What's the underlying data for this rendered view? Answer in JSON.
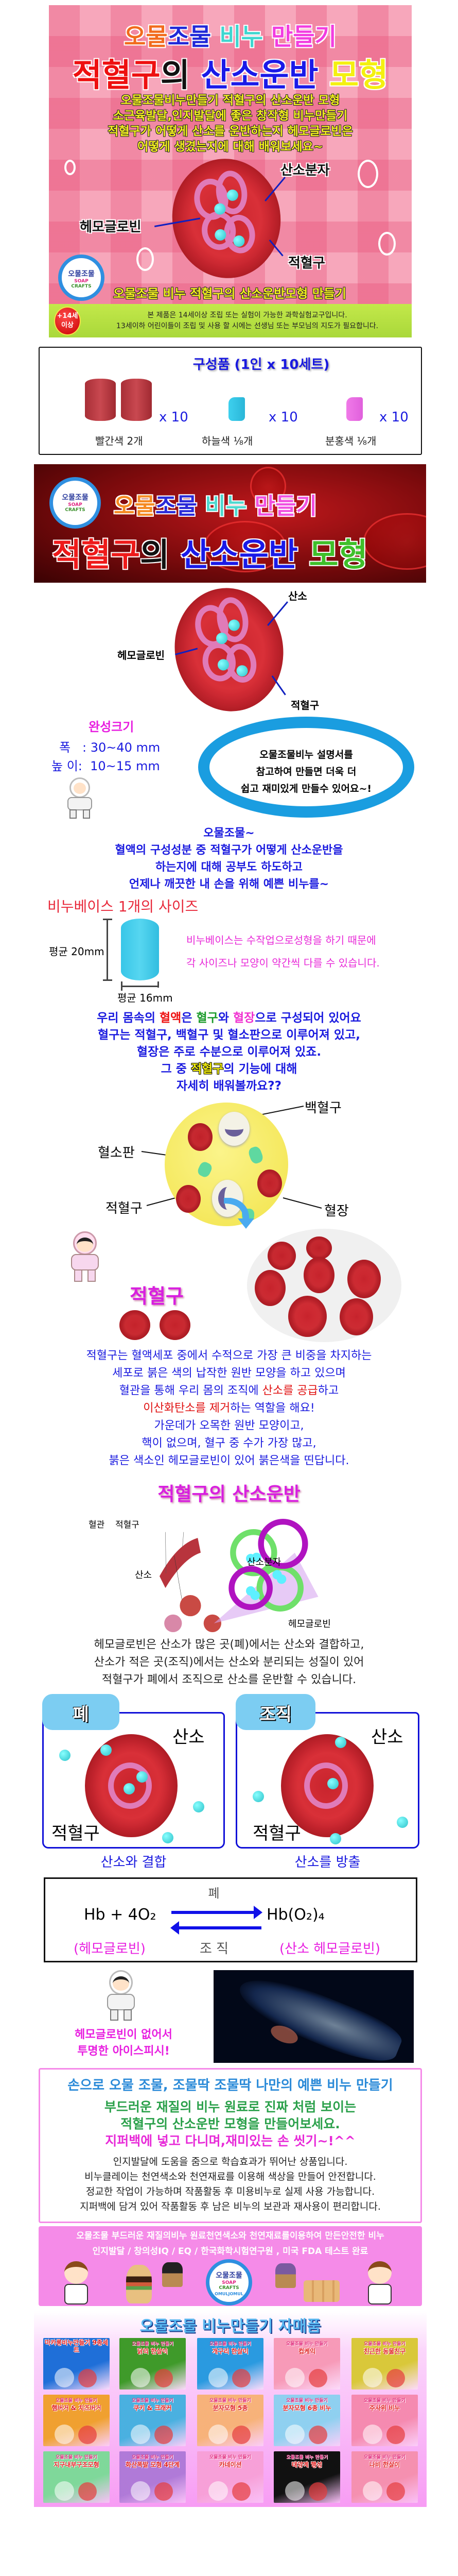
{
  "hero": {
    "title1": [
      {
        "t": "오물",
        "c": "#f26b1d"
      },
      {
        "t": "조물",
        "c": "#2028d8"
      },
      {
        "t": " 비누 ",
        "c": "#3fd6d0"
      },
      {
        "t": "만들기",
        "c": "#f23de0"
      }
    ],
    "title2": [
      {
        "t": "적혈구",
        "c": "#ee1010"
      },
      {
        "t": "의 ",
        "c": "#111111"
      },
      {
        "t": "산소운반",
        "c": "#1a1ae8"
      },
      {
        "t": " 모형",
        "c": "#f4f010"
      }
    ],
    "intro_lines": [
      "오물조물비누만들기 적혈구의 산소운반 모형",
      "소근육발달,인지발달에 좋은 창작형 비누만들기",
      "적혈구가 어떻게 산소를 운반하는지 헤모글로빈은",
      "어떻게 생겼는지에 대해 배워보세요~"
    ],
    "label_oxygen_molecule": "산소분자",
    "label_hemoglobin": "헤모글로빈",
    "label_rbc": "적혈구",
    "bottom_tag": "오물조물 비누 적혈구의 산소운반모형 만들기",
    "logo": {
      "arc_top": "오물조물 비누공예",
      "name": "오물조물",
      "en1": "SOAP",
      "en2": "CRAFTS",
      "arc_bottom": "OMULJOMUL"
    }
  },
  "age_notice": {
    "badge_line1": "+14세",
    "badge_line2": "이상",
    "line1": "본 제품은 14세이상 조립 또는 실험이 가능한 과학실험교구입니다.",
    "line2": "13세이하 어린이들이 조립 및 사용 할 시에는 선생님 또는 부모님의 지도가 필요합니다."
  },
  "components": {
    "title": "구성품 (1인 x 10세트)",
    "items": [
      {
        "name": "빨간색 2개",
        "qty": "x 10",
        "color": "#b8373f"
      },
      {
        "name": "하늘색 ⅛개",
        "qty": "x 10",
        "color": "#3ed0ee"
      },
      {
        "name": "분홍색 ⅛개",
        "qty": "x 10",
        "color": "#f07ae8"
      }
    ]
  },
  "banner": {
    "title1": [
      {
        "t": "오물",
        "c": "#f58a22"
      },
      {
        "t": "조물",
        "c": "#2a2ad8"
      },
      {
        "t": " 비누 ",
        "c": "#4fd8cf"
      },
      {
        "t": "만들기",
        "c": "#f050e0"
      }
    ],
    "title2": [
      {
        "t": "적혈구",
        "c": "#ee1a1a"
      },
      {
        "t": "의 ",
        "c": "#111111"
      },
      {
        "t": "산소운반",
        "c": "#1a1ae8"
      },
      {
        "t": " 모형",
        "c": "#3fbf2a"
      }
    ]
  },
  "model2": {
    "label_oxygen": "산소",
    "label_hemoglobin": "헤모글로빈",
    "label_rbc": "적혈구"
  },
  "size": {
    "title": "완성크기",
    "width_label": "폭",
    "width_value": "30~40 mm",
    "height_label": "높 이",
    "height_value": "10~15 mm"
  },
  "tip_bubble": [
    "오물조물비누 설명서를",
    "참고하여 만들면 더욱 더",
    "쉽고 재미있게 만들수 있어요~!"
  ],
  "intro2": [
    "오물조물~",
    "혈액의 구성성분 중 적혈구가 어떻게 산소운반을",
    "하는지에 대해 공부도 하도하고",
    "언제나 깨끗한 내 손을 위해 예쁜 비누를~"
  ],
  "base_size": {
    "title": "비누베이스 1개의 사이즈",
    "height": "평균 20mm",
    "width": "평균 16mm",
    "note1": "비누베이스는 수작업으로성형을 하기 때문에",
    "note2": "각 사이즈나 모양이 약간씩 다를 수 있습니다."
  },
  "blood_intro": {
    "line1": [
      {
        "t": "우리 몸속의 ",
        "c": "#1a1adf"
      },
      {
        "t": "혈액",
        "c": "#ee1010"
      },
      {
        "t": "은 ",
        "c": "#1a1adf"
      },
      {
        "t": "혈구",
        "c": "#1a9a2a"
      },
      {
        "t": "와 ",
        "c": "#1a1adf"
      },
      {
        "t": "혈장",
        "c": "#f030d0"
      },
      {
        "t": "으로 구성되어 있어요",
        "c": "#1a1adf"
      }
    ],
    "line2": "혈구는 적혈구, 백혈구 및 혈소판으로 이루어져 있고,",
    "line3": "혈장은 주로 수분으로 이루어져 있죠.",
    "line4_pre": "그 중 ",
    "line4_hl": "적혈구",
    "line4_post": "의 기능에 대해",
    "line5": "자세히 배워볼까요??"
  },
  "blood_diagram": {
    "wbc": "백혈구",
    "platelet": "혈소판",
    "rbc": "적혈구",
    "plasma": "혈장"
  },
  "rbc_section": {
    "title": "적혈구",
    "lines": [
      [
        {
          "t": "적혈구는 혈액세포 중에서 수적으로 가장 큰 비중을 차지하는",
          "c": "#1a1adf"
        }
      ],
      [
        {
          "t": "세포로 붉은 색의 납작한 원반 모양을 하고 있으며",
          "c": "#1a1adf"
        }
      ],
      [
        {
          "t": "혈관을 통해 우리 몸의 조직에 ",
          "c": "#1a1adf"
        },
        {
          "t": "산소를 공급",
          "c": "#e01010"
        },
        {
          "t": "하고",
          "c": "#1a1adf"
        }
      ],
      [
        {
          "t": "이산화탄소를 제거",
          "c": "#e01010"
        },
        {
          "t": "하는 역할을 해요!",
          "c": "#1a1adf"
        }
      ],
      [
        {
          "t": "가운데가 오목한 원반 모양이고,",
          "c": "#1a1adf"
        }
      ],
      [
        {
          "t": "핵이 없으며, 혈구 중 수가 가장 많고,",
          "c": "#1a1adf"
        }
      ],
      [
        {
          "t": "붉은 색소인 헤모글로빈이 있어 붉은색을 띤답니다.",
          "c": "#1a1adf"
        }
      ]
    ]
  },
  "transport": {
    "title": "적혈구의 산소운반",
    "vessel": "혈관",
    "rbc": "적혈구",
    "oxygen": "산소",
    "oxygen_molecule": "산소분자",
    "hemoglobin": "헤모글로빈",
    "lines": [
      "헤모글로빈은 산소가 많은 곳(폐)에서는 산소와 결합하고,",
      "산소가 적은 곳(조직)에서는 산소와 분리되는 성질이 있어",
      "적혈구가 폐에서 조직으로 산소를 운반할 수 있습니다."
    ]
  },
  "panels": [
    {
      "tab": "폐",
      "oxygen": "산소",
      "rbc": "적혈구",
      "caption": "산소와 결합"
    },
    {
      "tab": "조직",
      "oxygen": "산소",
      "rbc": "적혈구",
      "caption": "산소를 방출"
    }
  ],
  "equation": {
    "top": "폐",
    "left": "Hb + 4O₂",
    "right": "Hb(O₂)₄",
    "bottom": "조 직",
    "left_name": "(헤모글로빈)",
    "right_name": "(산소 헤모글로빈)"
  },
  "icefish": {
    "caption1": "헤모글로빈이 없어서",
    "caption2": "투명한 아이스피시!"
  },
  "promo": {
    "title": "손으로 오물 조물, 조물딱 조물딱 나만의 예쁜 비누 만들기",
    "green1": "부드러운 재질의 비누 원료로  진짜 처럼 보이는",
    "green2": "적혈구의 산소운반 모형을 만들어보세요.",
    "pink": "지퍼백에 넣고 다니며,재미있는 손 씻기~!^^",
    "lines": [
      "인지발달에 도움을 줌으로 학습효과가 뛰어난 상품입니다.",
      "비누클레이는 천연색소와 천연재료를 이용해 색상을 만들어 안전합니다.",
      "정교한 작업이 가능하며 작품활동 후 미용비누로 실제 사용 가능합니다.",
      "지퍼백에 담겨 있어 작품활동 후 남은 비누의 보관과 재사용이 편리합니다."
    ]
  },
  "brand_banner": {
    "line1": "오물조물 부드러운 재질의비누 원료천연색소와 천연재료를이용하여 만든안전한 비누",
    "line2": "인지발달 / 창의성IQ / EQ / 한국화학시험연구원 , 미국 FDA 테스트 완료"
  },
  "related": {
    "title": "오물조물 비누만들기 자매품",
    "header": "오물조물 비누 만들기",
    "items": [
      {
        "title": "마카롱비누만들기 9종세트",
        "bg": "#1f6fd8"
      },
      {
        "title": "닭의 한살이",
        "bg": "#3f9a2a"
      },
      {
        "title": "개구리 한살이",
        "bg": "#2a9ae0"
      },
      {
        "title": "컵케익",
        "bg": "#f79ab8"
      },
      {
        "title": "친근한 동물친구",
        "bg": "#d9c83a"
      },
      {
        "title": "햄버거 & 치즈버거",
        "bg": "#f0a030"
      },
      {
        "title": "쿠키 & 크래커",
        "bg": "#4ab0e0"
      },
      {
        "title": "분자모형 5종",
        "bg": "#f7b27a"
      },
      {
        "title": "분자모형 6종 비누",
        "bg": "#8fd0f0"
      },
      {
        "title": "주사위 비누",
        "bg": "#f58ab0"
      },
      {
        "title": "지구내부구조모형",
        "bg": "#7fd89a"
      },
      {
        "title": "화산폭발 모형 4단계",
        "bg": "#b07ad8"
      },
      {
        "title": "카네이션",
        "bg": "#f7a0d8"
      },
      {
        "title": "태양계 행성",
        "bg": "#111111"
      },
      {
        "title": "나비 한살이",
        "bg": "#f590b0"
      }
    ]
  }
}
